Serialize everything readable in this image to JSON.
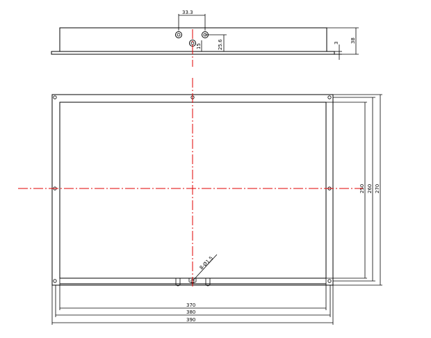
{
  "drawing": {
    "side_view": {
      "dim_stud_spacing": "33.3",
      "dim_stud_height": "25.6",
      "dim_stud_small": "15",
      "dim_flange": "3",
      "dim_depth": "38"
    },
    "front_view": {
      "dim_inner_width": "370",
      "dim_mid_width": "380",
      "dim_outer_width": "390",
      "dim_inner_height": "250",
      "dim_mid_height": "260",
      "dim_outer_height": "270",
      "hole_callout": "8-Ø1.5"
    },
    "colors": {
      "outline": "#000000",
      "centerline": "#e00000"
    }
  }
}
